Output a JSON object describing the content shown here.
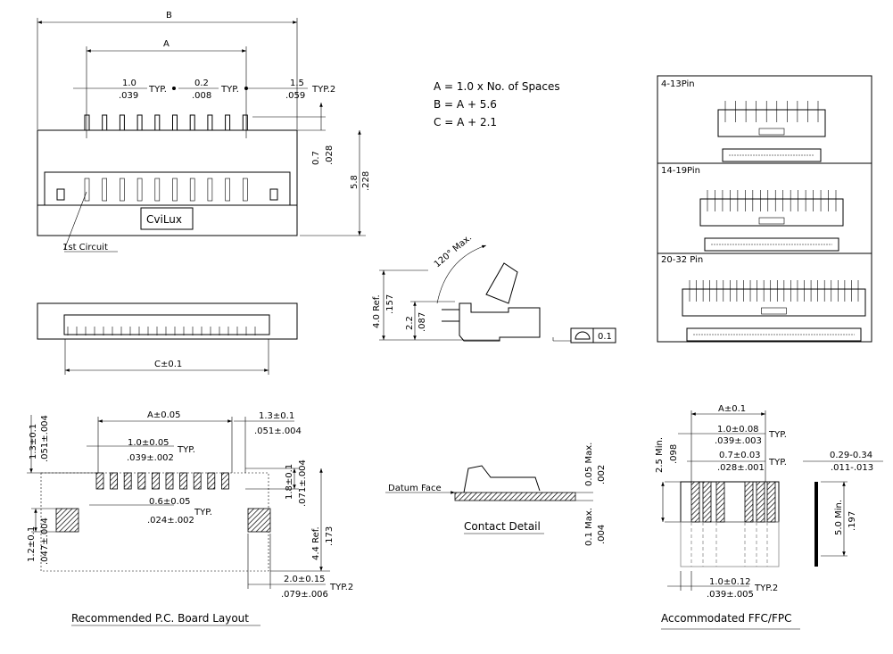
{
  "title": "FFC/FPC connector dimension drawing",
  "brand": "CviLux",
  "formulas": [
    "A = 1.0 x No. of Spaces",
    "B = A + 5.6",
    "C = A + 2.1"
  ],
  "top_view": {
    "dim_b": "B",
    "dim_a": "A",
    "pitch_mm": "1.0",
    "pitch_in": ".039",
    "pitch_note": "TYP.",
    "gap_mm": "0.2",
    "gap_in": ".008",
    "gap_note": "TYP.",
    "end_mm": "1.5",
    "end_in": ".059",
    "end_note": "TYP.2",
    "lead_mm": "0.7",
    "lead_in": ".028",
    "height_mm": "5.8",
    "height_in": ".228",
    "first_circuit": "1st Circuit"
  },
  "side_view": {
    "angle": "120° Max.",
    "height_mm": "4.0 Ref.",
    "height_in": ".157",
    "body_mm": "2.2",
    "body_in": ".087",
    "flatness": "0.1"
  },
  "front_view": {
    "dim_c": "C±0.1"
  },
  "pcb_layout": {
    "caption": "Recommended P.C. Board Layout",
    "dim_a": "A±0.05",
    "right_mm": "1.3±0.1",
    "right_in": ".051±.004",
    "left_mm": "1.3±0.1",
    "left_in": ".051±.004",
    "pitch_mm": "1.0±0.05",
    "pitch_in": ".039±.002",
    "pitch_note": "TYP.",
    "pad_mm": "0.6±0.05",
    "pad_in": ".024±.002",
    "pad_note": "TYP.",
    "pad_h_mm": "1.8±0.1",
    "pad_h_in": ".071±.004",
    "mount_mm": "1.2±0.1",
    "mount_in": ".047±.004",
    "total_mm": "4.4 Ref.",
    "total_in": ".173",
    "mount_w_mm": "2.0±0.15",
    "mount_w_in": ".079±.006",
    "mount_note": "TYP.2"
  },
  "contact_detail": {
    "caption": "Contact Detail",
    "datum": "Datum Face",
    "top_mm": "0.05 Max.",
    "top_in": ".002",
    "bottom_mm": "0.1 Max.",
    "bottom_in": ".004"
  },
  "ffc": {
    "caption": "Accommodated FFC/FPC",
    "dim_a": "A±0.1",
    "pitch_mm": "1.0±0.08",
    "pitch_in": ".039±.003",
    "pitch_note": "TYP.",
    "cond_mm": "0.7±0.03",
    "cond_in": ".028±.001",
    "cond_note": "TYP.",
    "exposed_mm": "2.5 Min.",
    "exposed_in": ".098",
    "thick_mm": "0.29-0.34",
    "thick_in": ".011-.013",
    "stiff_mm": "5.0 Min.",
    "stiff_in": ".197",
    "edge_mm": "1.0±0.12",
    "edge_in": ".039±.005",
    "edge_note": "TYP.2"
  },
  "variants": [
    {
      "label": "4-13Pin",
      "pins": 10
    },
    {
      "label": "14-19Pin",
      "pins": 18
    },
    {
      "label": "20-32 Pin",
      "pins": 26
    }
  ]
}
